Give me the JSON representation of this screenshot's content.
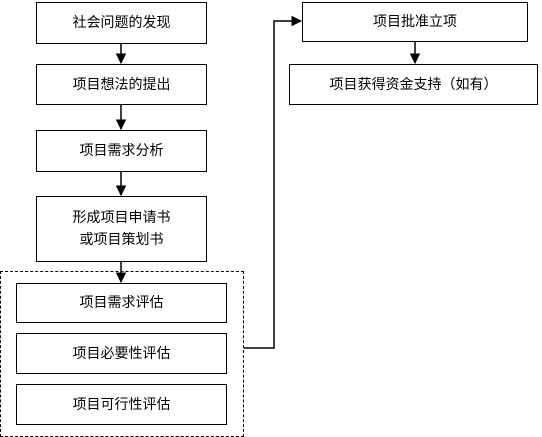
{
  "steps": {
    "s1": "社会问题的发现",
    "s2": "项目想法的提出",
    "s3": "项目需求分析",
    "s4_line1": "形成项目申请书",
    "s4_line2": "或项目策划书",
    "e1": "项目需求评估",
    "e2": "项目必要性评估",
    "e3": "项目可行性评估",
    "r1": "项目批准立项",
    "r2": "项目获得资金支持（如有）"
  }
}
